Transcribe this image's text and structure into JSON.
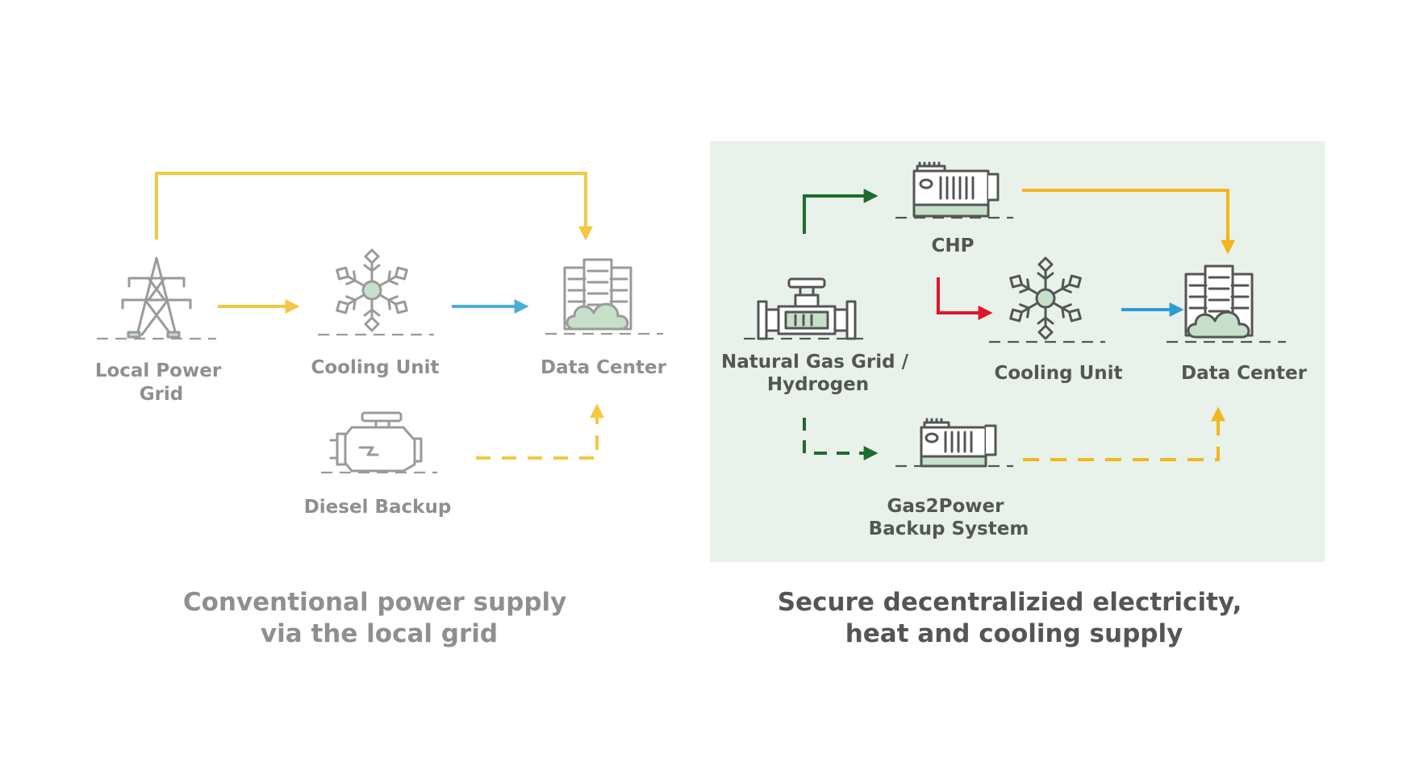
{
  "left_panel": {
    "nodes": {
      "power_grid": [
        "Local Power",
        "Grid"
      ],
      "cooling_unit": [
        "Cooling Unit"
      ],
      "data_center": [
        "Data Center"
      ],
      "diesel_backup": [
        "Diesel Backup"
      ]
    },
    "caption": [
      "Conventional power supply",
      "via the local grid"
    ]
  },
  "right_panel": {
    "nodes": {
      "gas_grid": [
        "Natural Gas Grid /",
        "Hydrogen"
      ],
      "chp": [
        "CHP"
      ],
      "cooling_unit": [
        "Cooling Unit"
      ],
      "data_center": [
        "Data Center"
      ],
      "gas2power": [
        "Gas2Power",
        "Backup System"
      ]
    },
    "caption": [
      "Secure decentralizied electricity,",
      "heat and cooling supply"
    ]
  },
  "colors": {
    "electricity": "#f5c842",
    "electricity_right": "#f2b61e",
    "cooling": "#4aaed9",
    "cooling_right": "#2e9ad8",
    "gas": "#1e6b2d",
    "heat": "#e0162b",
    "panel_bg": "#e8f2ea",
    "icon_left": "#9a9a9a",
    "icon_right": "#555555",
    "icon_fill": "#c6e0c9"
  },
  "icons": {
    "power_grid": "transmission-tower-icon",
    "cooling": "snowflake-icon",
    "data_center": "server-rack-cloud-icon",
    "diesel": "engine-icon",
    "gas_grid": "pipe-valve-icon",
    "chp": "generator-icon",
    "gas2power": "generator-icon"
  }
}
